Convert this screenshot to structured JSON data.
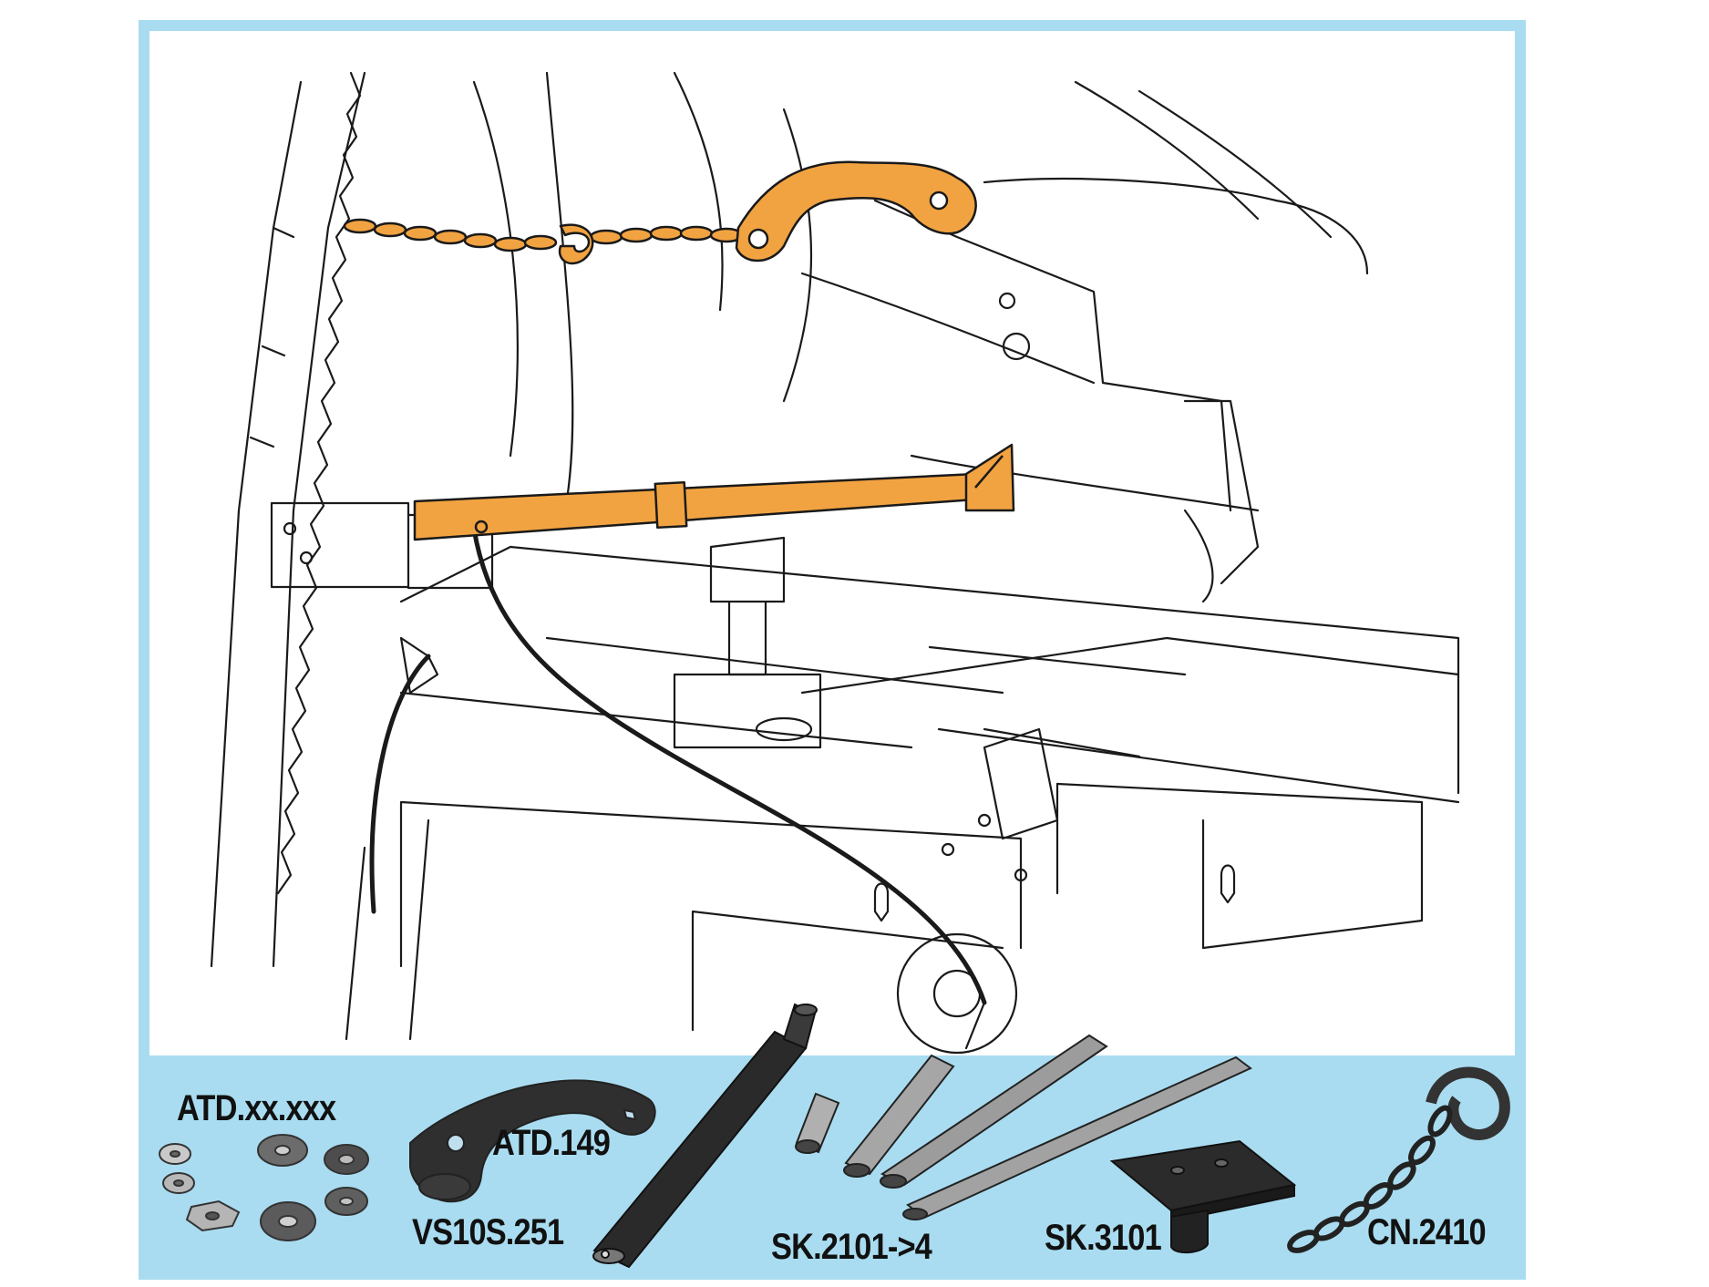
{
  "colors": {
    "frame": "#a9dcf0",
    "highlight": "#f2a341",
    "line": "#1a1a1a",
    "part_dark": "#2b2b2b",
    "part_metal": "#9a9a9a"
  },
  "illustration": {
    "highlighted_parts": [
      "pull-chain-icon",
      "hook-clamp-icon",
      "push-ram-icon"
    ]
  },
  "parts": [
    {
      "id": "atd-xx",
      "label": "ATD.xx.xxx",
      "icon": "adapter-discs-icon"
    },
    {
      "id": "atd-149",
      "label": "ATD.149",
      "icon": "hook-bracket-icon"
    },
    {
      "id": "vs10s-251",
      "label": "VS10S.251",
      "icon": "ram-cylinder-icon"
    },
    {
      "id": "sk-2101",
      "label": "SK.2101->4",
      "icon": "extension-tubes-icon"
    },
    {
      "id": "sk-3101",
      "label": "SK.3101",
      "icon": "base-plate-icon"
    },
    {
      "id": "cn-2410",
      "label": "CN.2410",
      "icon": "chain-hook-icon"
    }
  ]
}
